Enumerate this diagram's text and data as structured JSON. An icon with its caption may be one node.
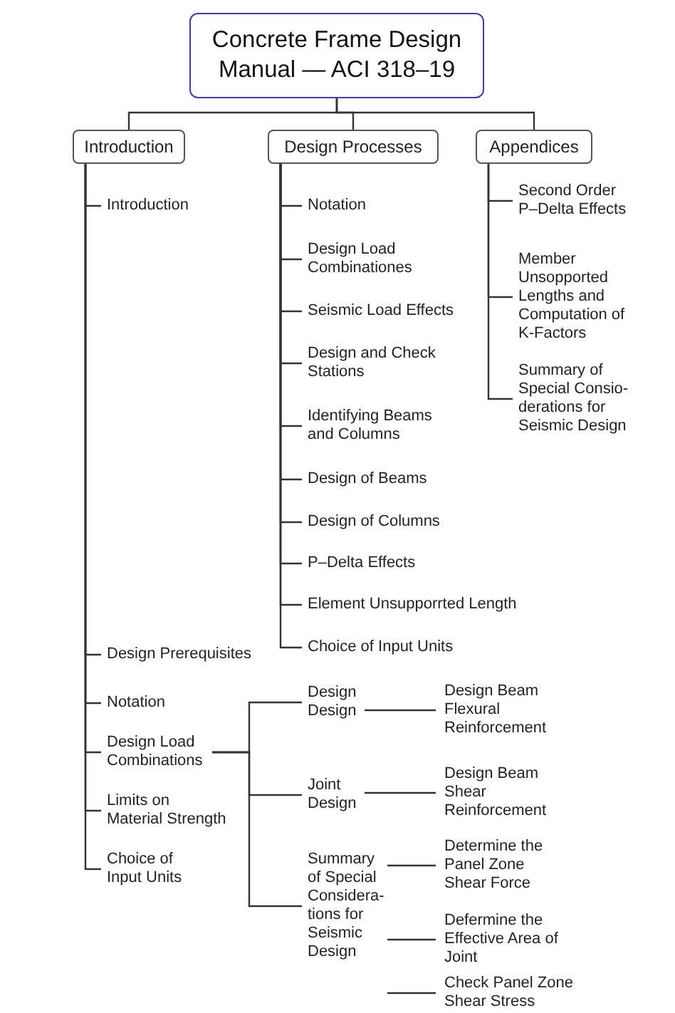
{
  "diagram": {
    "nodes": [
      {
        "text": [
          "Concrete Frame Design Manual — ACI 318–19"
        ]
      },
      {
        "text": [
          "Introduction"
        ]
      },
      {
        "text": [
          "Design Processes"
        ]
      },
      {
        "text": [
          "Appendices"
        ]
      },
      {
        "text": [
          "Introduction"
        ]
      },
      {
        "text": [
          "Design Prerequisites"
        ]
      },
      {
        "text": [
          "Notation"
        ]
      },
      {
        "text": [
          "Design Load Combinations"
        ]
      },
      {
        "text": [
          "Limits on Material Strength"
        ]
      },
      {
        "text": [
          "Choice of Input Units"
        ]
      },
      {
        "text": [
          "Notation"
        ]
      },
      {
        "text": [
          "Design Load Combinationes"
        ]
      },
      {
        "text": [
          "Seismic Load Effects"
        ]
      },
      {
        "text": [
          "Design and Check Stations"
        ]
      },
      {
        "text": [
          "Identifying Beams and Columns"
        ]
      },
      {
        "text": [
          "Design of Beams"
        ]
      },
      {
        "text": [
          "Design of Columns"
        ]
      },
      {
        "text": [
          "P–Delta Effects"
        ]
      },
      {
        "text": [
          "Element Unsupporrted Length"
        ]
      },
      {
        "text": [
          "Choice of Input Units"
        ]
      },
      {
        "text": [
          "Second Order P–Delta Effects"
        ]
      },
      {
        "text": [
          "Member Unsopported Lengths and Computation of K-Factors"
        ]
      },
      {
        "text": [
          "Summary of Special Consio-derations for Seismic Design"
        ]
      },
      {
        "text": [
          "Design Design"
        ]
      },
      {
        "text": [
          "Joint Design"
        ]
      },
      {
        "text": [
          "Summary of Special Considera-tions for Seismic Design"
        ]
      },
      {
        "text": [
          "Design Beam Flexural Reinforcement"
        ]
      },
      {
        "text": [
          "Design Beam Shear Reinforcement"
        ]
      },
      {
        "text": [
          "Determine the Panel Zone Shear Force"
        ]
      },
      {
        "text": [
          "Defermine the Effective Area of Joint"
        ]
      },
      {
        "text": [
          "Check Panel Zone Shear Stress"
        ]
      }
    ],
    "edges": [
      {
        "from": 0,
        "to": 1,
        "arrow": "none"
      },
      {
        "from": 0,
        "to": 2,
        "arrow": "none"
      },
      {
        "from": 0,
        "to": 3,
        "arrow": "none"
      },
      {
        "from": 1,
        "to": 4,
        "arrow": "none"
      },
      {
        "from": 1,
        "to": 5,
        "arrow": "none"
      },
      {
        "from": 1,
        "to": 6,
        "arrow": "none"
      },
      {
        "from": 1,
        "to": 7,
        "arrow": "none"
      },
      {
        "from": 1,
        "to": 8,
        "arrow": "none"
      },
      {
        "from": 1,
        "to": 9,
        "arrow": "none"
      },
      {
        "from": 2,
        "to": 10,
        "arrow": "none"
      },
      {
        "from": 2,
        "to": 11,
        "arrow": "none"
      },
      {
        "from": 2,
        "to": 12,
        "arrow": "none"
      },
      {
        "from": 2,
        "to": 13,
        "arrow": "none"
      },
      {
        "from": 2,
        "to": 14,
        "arrow": "none"
      },
      {
        "from": 2,
        "to": 15,
        "arrow": "none"
      },
      {
        "from": 2,
        "to": 16,
        "arrow": "none"
      },
      {
        "from": 2,
        "to": 17,
        "arrow": "none"
      },
      {
        "from": 2,
        "to": 18,
        "arrow": "none"
      },
      {
        "from": 2,
        "to": 19,
        "arrow": "none"
      },
      {
        "from": 3,
        "to": 20,
        "arrow": "none"
      },
      {
        "from": 3,
        "to": 21,
        "arrow": "none"
      },
      {
        "from": 3,
        "to": 22,
        "arrow": "none"
      },
      {
        "from": 7,
        "to": 23,
        "arrow": "none"
      },
      {
        "from": 7,
        "to": 24,
        "arrow": "none"
      },
      {
        "from": 7,
        "to": 25,
        "arrow": "none"
      },
      {
        "from": 23,
        "to": 26,
        "arrow": "none"
      },
      {
        "from": 24,
        "to": 27,
        "arrow": "none"
      },
      {
        "from": 25,
        "to": 28,
        "arrow": "none"
      },
      {
        "from": 25,
        "to": 29,
        "arrow": "none"
      },
      {
        "from": 25,
        "to": 30,
        "arrow": "none"
      }
    ]
  }
}
